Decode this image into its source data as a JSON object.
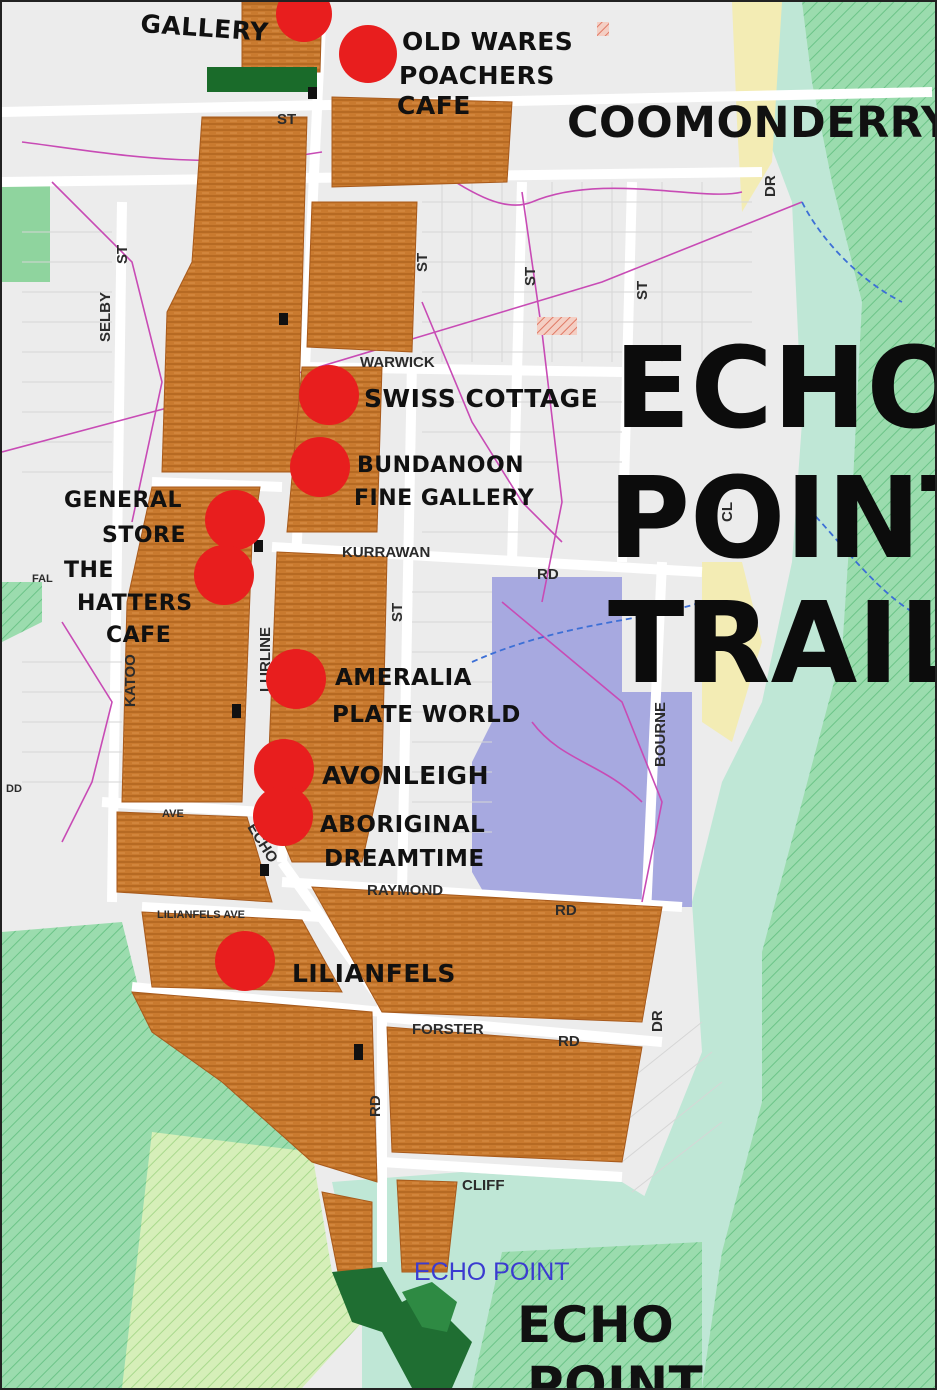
{
  "title": {
    "line1": "ECHO",
    "line2": "POINT",
    "line3": "TRAIL"
  },
  "area_labels": {
    "coomonderry": "COOMONDERRY",
    "echo_point_bottom_1": "ECHO",
    "echo_point_bottom_2": "POINT",
    "echo_point_printed": "ECHO POINT"
  },
  "stops": [
    {
      "id": "gallery",
      "lines": [
        "GALLERY"
      ]
    },
    {
      "id": "old-wares",
      "lines": [
        "OLD WARES",
        "POACHERS",
        "CAFE"
      ]
    },
    {
      "id": "swiss-cottage",
      "lines": [
        "SWISS COTTAGE"
      ]
    },
    {
      "id": "bundanoon",
      "lines": [
        "BUNDANOON",
        "FINE GALLERY"
      ]
    },
    {
      "id": "general-store",
      "lines": [
        "GENERAL",
        "STORE"
      ]
    },
    {
      "id": "hatters",
      "lines": [
        "THE",
        "HATTERS",
        "CAFE"
      ]
    },
    {
      "id": "amerallia",
      "lines": [
        "AMERALIA",
        "PLATE WORLD"
      ]
    },
    {
      "id": "avonleigh",
      "lines": [
        "AVONLEIGH"
      ]
    },
    {
      "id": "aboriginal",
      "lines": [
        "ABORIGINAL",
        "DREAMTIME"
      ]
    },
    {
      "id": "lilianfels",
      "lines": [
        "LILIANFELS"
      ]
    }
  ],
  "streets": {
    "st_top": "ST",
    "warwick": "WARWICK",
    "kurrawan": "KURRAWAN",
    "rd_kurrawan": "RD",
    "lurline": "LURLINE",
    "katoomba": "KATOO",
    "echo": "ECHO",
    "raymond": "RAYMOND",
    "rd_raymond": "RD",
    "forster": "FORSTER",
    "rd_forster": "RD",
    "cliff": "CLIFF",
    "bourne": "BOURNE",
    "dir": "DR",
    "dir_top": "DR",
    "selby": "SELBY",
    "st_selby": "ST",
    "st_mid": "ST",
    "st_right": "ST",
    "st_far": "ST",
    "rd_vertical": "RD",
    "st_lilianfels": "LILIANFELS AVE",
    "ave": "AVE",
    "fal": "FAL",
    "dd": "DD",
    "cl": "CL"
  },
  "colors": {
    "zone": "#c9782d",
    "stop": "#e81e1e",
    "park_blue": "#a5a8df",
    "bush_green": "#8fd9a3",
    "bush_teal": "#b7e4cf",
    "map_bg": "#ececec"
  }
}
